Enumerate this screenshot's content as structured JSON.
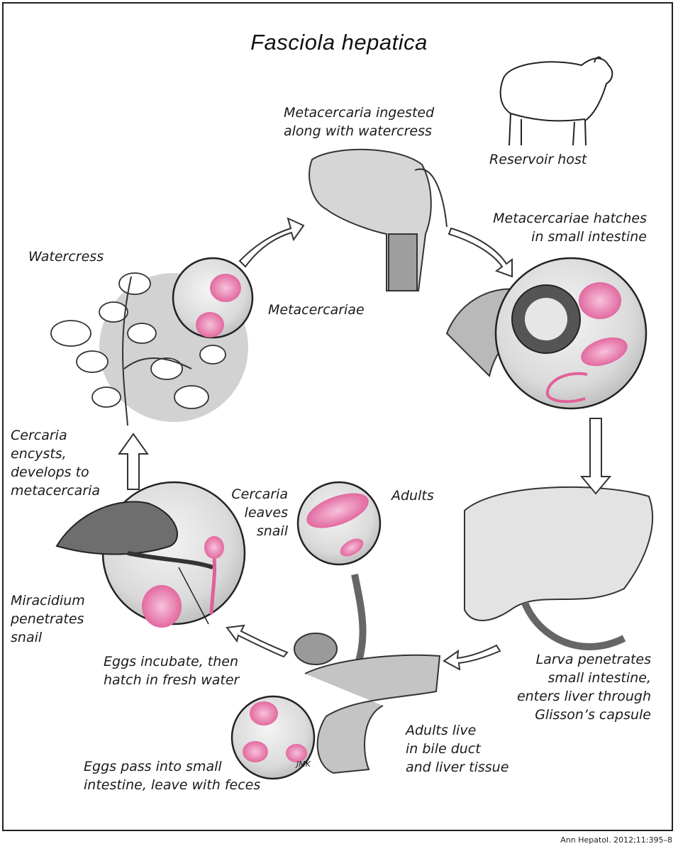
{
  "title": "Fasciola hepatica",
  "labels": {
    "metacercaria_ingested": "Metacercaria ingested\nalong with watercress",
    "reservoir_host": "Reservoir host",
    "metacercariae_hatches": "Metacercariae hatches\nin small intestine",
    "watercress": "Watercress",
    "metacercariae": "Metacercariae",
    "cercaria_encysts": "Cercaria\nencysts,\ndevelops to\nmetacercaria",
    "cercaria_leaves": "Cercaria\nleaves\nsnail",
    "adults": "Adults",
    "miracidium": "Miracidium\npenetrates\nsnail",
    "eggs_incubate": "Eggs incubate, then\nhatch in fresh water",
    "larva_penetrates": "Larva penetrates\nsmall intestine,\nenters liver through\nGlisson’s capsule",
    "adults_live": "Adults live\nin bile duct\nand liver tissue",
    "eggs_pass": "Eggs pass into small\nintestine, leave with feces"
  },
  "signature": "JMK",
  "citation": "Ann Hepatol. 2012;11:395–8",
  "colors": {
    "parasite": "#e0609a",
    "shading": "#c9c9c9",
    "line": "#222222"
  }
}
